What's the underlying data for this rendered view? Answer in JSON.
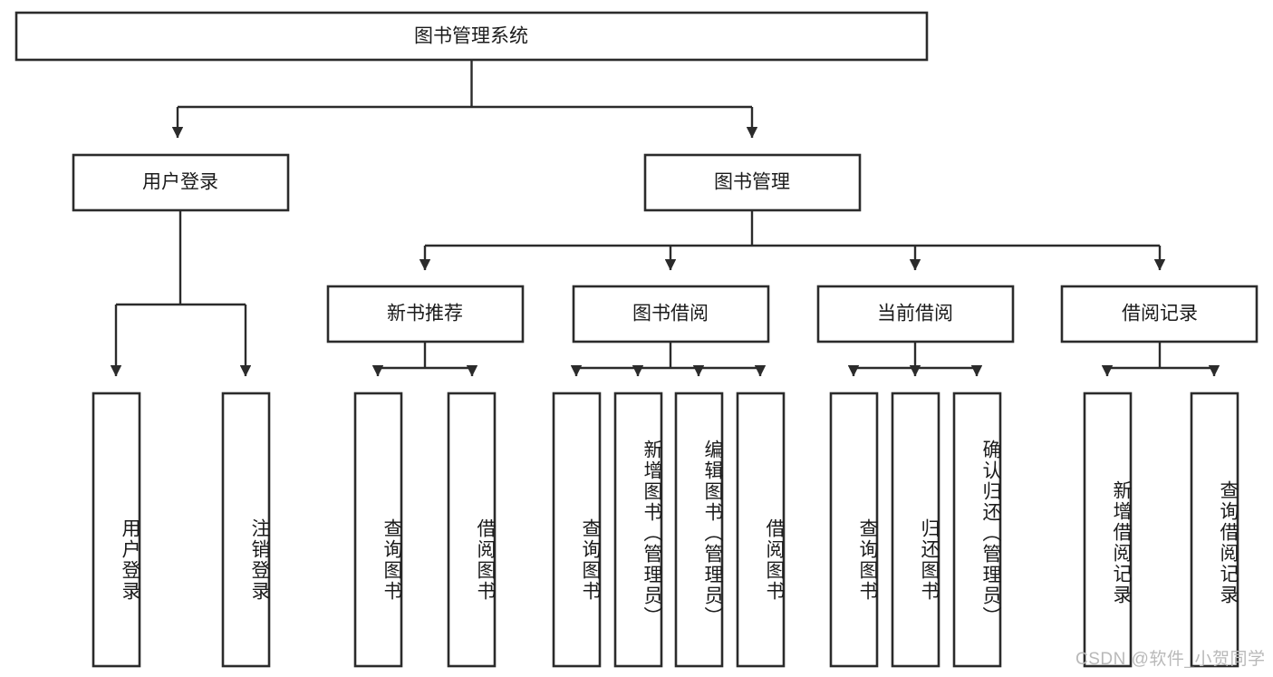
{
  "diagram": {
    "title": "图书管理系统",
    "type": "tree-hierarchy",
    "watermark": "CSDN @软件_小贺同学",
    "colors": {
      "stroke": "#2b2b2b",
      "fill": "#ffffff",
      "text": "#1b1b1b",
      "watermark": "#b9b9b9"
    },
    "root": {
      "label": "图书管理系统"
    },
    "level2": [
      {
        "id": "user-login",
        "label": "用户登录"
      },
      {
        "id": "book-manage",
        "label": "图书管理"
      }
    ],
    "level3": [
      {
        "id": "new-book-recommend",
        "label": "新书推荐"
      },
      {
        "id": "book-borrow",
        "label": "图书借阅"
      },
      {
        "id": "current-borrow",
        "label": "当前借阅"
      },
      {
        "id": "borrow-record",
        "label": "借阅记录"
      }
    ],
    "leaves": {
      "user_login": [
        {
          "id": "leaf-user-login",
          "label": "用户登录"
        },
        {
          "id": "leaf-logout-login",
          "label": "注销登录"
        }
      ],
      "new_book_recommend": [
        {
          "id": "leaf-query-book-1",
          "label": "查询图书"
        },
        {
          "id": "leaf-borrow-book-1",
          "label": "借阅图书"
        }
      ],
      "book_borrow": [
        {
          "id": "leaf-query-book-2",
          "label": "查询图书"
        },
        {
          "id": "leaf-add-book",
          "label": "新增图书（管理员）"
        },
        {
          "id": "leaf-edit-book",
          "label": "编辑图书（管理员）"
        },
        {
          "id": "leaf-borrow-book-2",
          "label": "借阅图书"
        }
      ],
      "current_borrow": [
        {
          "id": "leaf-query-book-3",
          "label": "查询图书"
        },
        {
          "id": "leaf-return-book",
          "label": "归还图书"
        },
        {
          "id": "leaf-confirm-return",
          "label": "确认归还（管理员）"
        }
      ],
      "borrow_record": [
        {
          "id": "leaf-add-record",
          "label": "新增借阅记录"
        },
        {
          "id": "leaf-query-record",
          "label": "查询借阅记录"
        }
      ]
    }
  }
}
